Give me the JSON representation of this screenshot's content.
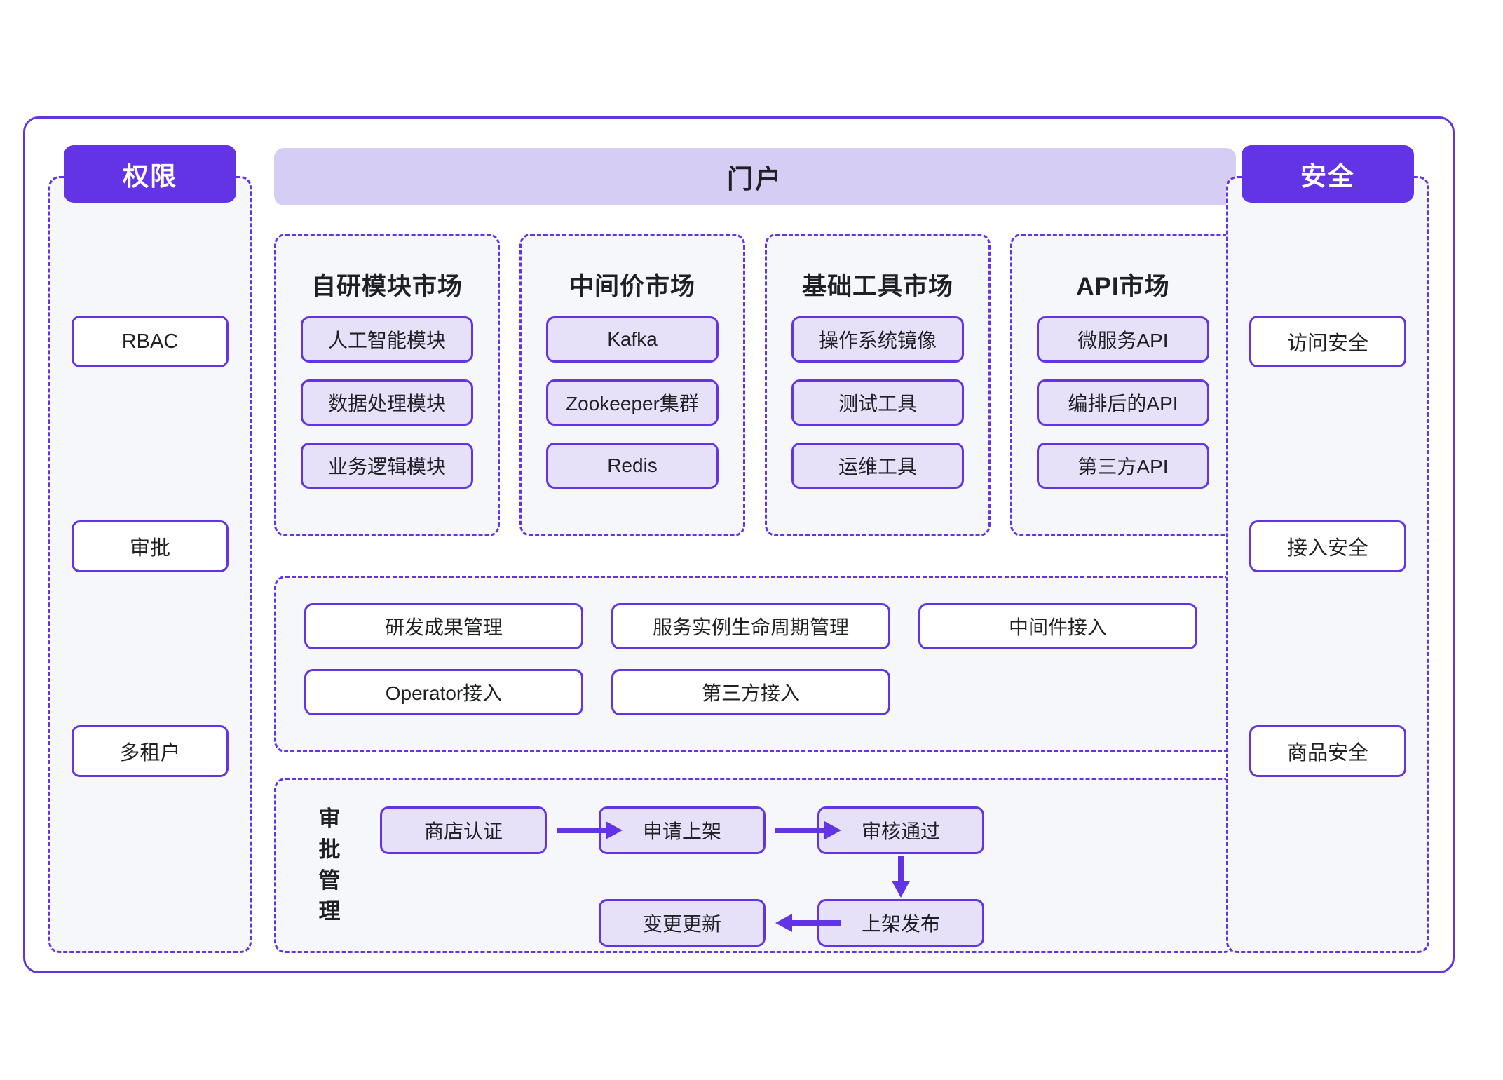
{
  "left_column": {
    "badge": "权限",
    "items": [
      {
        "label": "RBAC"
      },
      {
        "label": "审批"
      },
      {
        "label": "多租户"
      }
    ]
  },
  "right_column": {
    "badge": "安全",
    "items": [
      {
        "label": "访问安全"
      },
      {
        "label": "接入安全"
      },
      {
        "label": "商品安全"
      }
    ]
  },
  "portal": {
    "title": "门户"
  },
  "marketplaces": [
    {
      "title": "自研模块市场",
      "items": [
        "人工智能模块",
        "数据处理模块",
        "业务逻辑模块"
      ]
    },
    {
      "title": "中间价市场",
      "items": [
        "Kafka",
        "Zookeeper集群",
        "Redis"
      ]
    },
    {
      "title": "基础工具市场",
      "items": [
        "操作系统镜像",
        "测试工具",
        "运维工具"
      ]
    },
    {
      "title": "API市场",
      "items": [
        "微服务API",
        "编排后的API",
        "第三方API"
      ]
    }
  ],
  "capabilities": {
    "row1": [
      "研发成果管理",
      "服务实例生命周期管理",
      "中间件接入"
    ],
    "row2": [
      "Operator接入",
      "第三方接入"
    ]
  },
  "approval": {
    "label": "审批管理",
    "nodes": [
      "商店认证",
      "申请上架",
      "审核通过",
      "上架发布",
      "变更更新"
    ]
  },
  "colors": {
    "accent": "#6334E6",
    "portal_bar": "#D6CDF5",
    "chip_fill": "#E6E1F8",
    "panel_fill": "#F6F7FA",
    "text": "#1F2023"
  }
}
